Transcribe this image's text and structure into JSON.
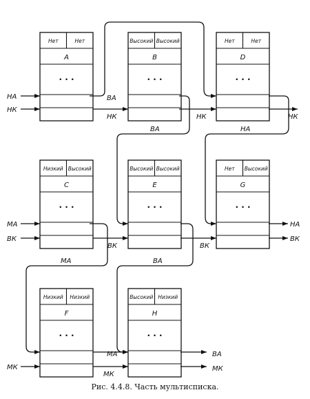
{
  "nodes": [
    {
      "id": "A",
      "letter": "A",
      "h1": "Нет",
      "h2": "Нет",
      "dots": "· · ·"
    },
    {
      "id": "B",
      "letter": "B",
      "h1": "Высокий",
      "h2": "Высокий",
      "dots": "· · ·"
    },
    {
      "id": "D",
      "letter": "D",
      "h1": "Нет",
      "h2": "Нет",
      "dots": "· · ·"
    },
    {
      "id": "C",
      "letter": "C",
      "h1": "Низкий",
      "h2": "Высокий",
      "dots": "· · ·"
    },
    {
      "id": "E",
      "letter": "E",
      "h1": "Высокий",
      "h2": "Высокий",
      "dots": "· · ·"
    },
    {
      "id": "G",
      "letter": "G",
      "h1": "Нет",
      "h2": "Высокий",
      "dots": "· · ·"
    },
    {
      "id": "F",
      "letter": "F",
      "h1": "Низкий",
      "h2": "Низкий",
      "dots": "· · ·"
    },
    {
      "id": "H",
      "letter": "H",
      "h1": "Высокий",
      "h2": "Низкий",
      "dots": "· · ·"
    }
  ],
  "labels": {
    "ha_left": "НА",
    "hk_left": "НК",
    "ba_ab": "ВА",
    "hk_ab": "НК",
    "hk_bd": "НК",
    "hk_d_out": "НК",
    "ba_be": "ВА",
    "ha_dg": "НА",
    "ma_left": "МА",
    "bk_left": "ВК",
    "bk_ce": "ВК",
    "bk_eg": "ВК",
    "ha_g_out": "НА",
    "bk_g_out": "ВК",
    "ma_cf": "МА",
    "ba_eh": "ВА",
    "mk_left": "МК",
    "ma_fh": "МА",
    "mk_fh": "МК",
    "ba_h_out": "ВА",
    "mk_h_out": "МК"
  },
  "caption": "Рис. 4.4.8. Часть мультисписка."
}
